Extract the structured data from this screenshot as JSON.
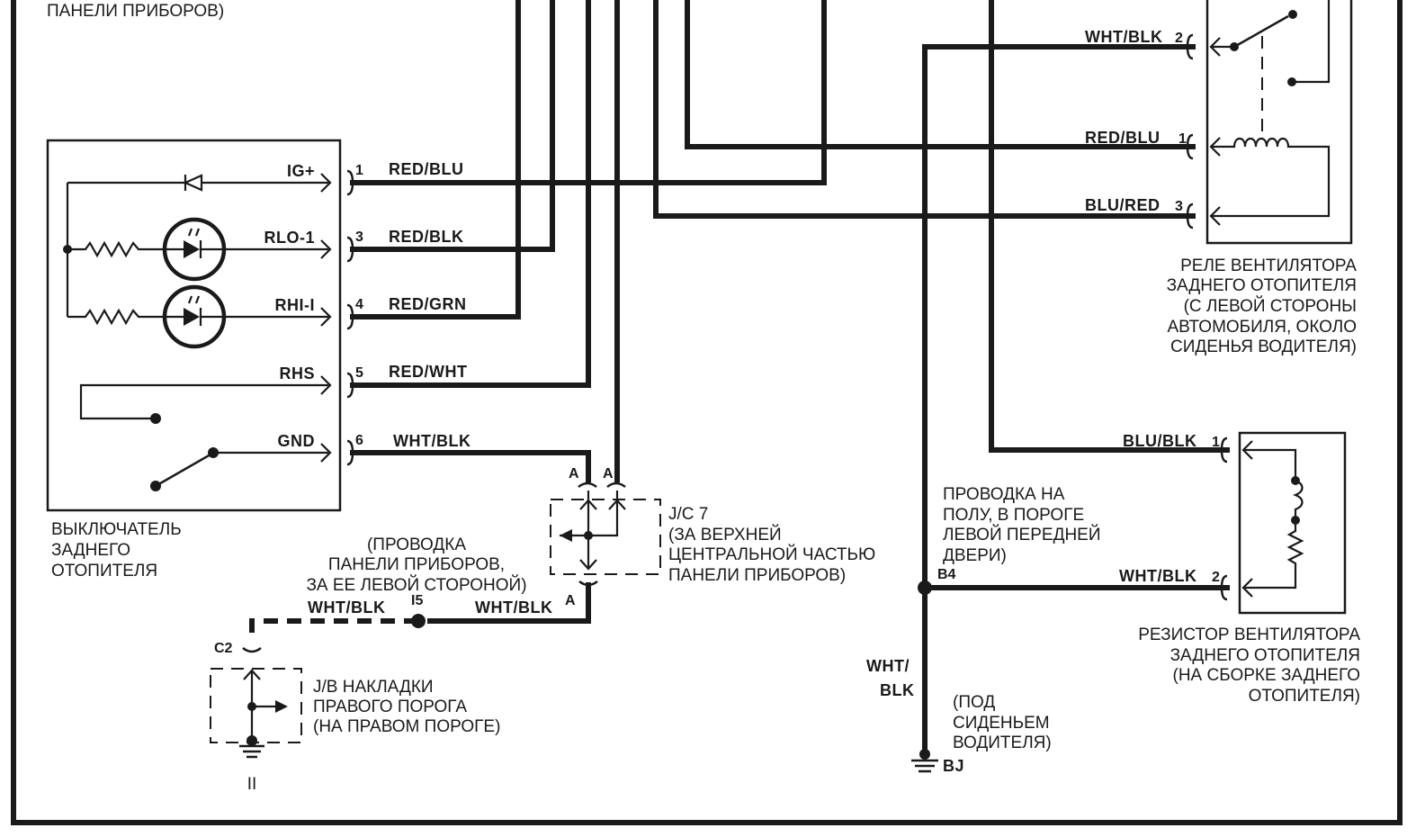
{
  "top_note": "ПАНЕЛИ ПРИБОРОВ)",
  "switch": {
    "caption": [
      "ВЫКЛЮЧАТЕЛЬ",
      "ЗАДНЕГО",
      "ОТОПИТЕЛЯ"
    ],
    "pins": [
      {
        "term": "IG+",
        "num": "1",
        "wire": "RED/BLU"
      },
      {
        "term": "RLO-1",
        "num": "3",
        "wire": "RED/BLK"
      },
      {
        "term": "RHI-I",
        "num": "4",
        "wire": "RED/GRN"
      },
      {
        "term": "RHS",
        "num": "5",
        "wire": "RED/WHT"
      },
      {
        "term": "GND",
        "num": "6",
        "wire": "WHT/BLK"
      }
    ]
  },
  "relay": {
    "caption": [
      "РЕЛЕ ВЕНТИЛЯТОРА",
      "ЗАДНЕГО ОТОПИТЕЛЯ",
      "(С ЛЕВОЙ СТОРОНЫ",
      "АВТОМОБИЛЯ, ОКОЛО",
      "СИДЕНЬЯ ВОДИТЕЛЯ)"
    ],
    "pins": [
      {
        "wire": "WHT/BLK",
        "num": "2"
      },
      {
        "wire": "RED/BLU",
        "num": "1"
      },
      {
        "wire": "BLU/RED",
        "num": "3"
      }
    ]
  },
  "resistor": {
    "caption": [
      "РЕЗИСТОР ВЕНТИЛЯТОРА",
      "ЗАДНЕГО ОТОПИТЕЛЯ",
      "(НА СБОРКЕ ЗАДНЕГО",
      "ОТОПИТЕЛЯ)"
    ],
    "pins": [
      {
        "wire": "BLU/BLK",
        "num": "1"
      },
      {
        "wire": "WHT/BLK",
        "num": "2"
      }
    ]
  },
  "jc7": {
    "label": [
      "J/C 7",
      "(ЗА ВЕРХНЕЙ",
      "ЦЕНТРАЛЬНОЙ ЧАСТЬЮ",
      "ПАНЕЛИ ПРИБОРОВ)"
    ],
    "pin_a1": "A",
    "pin_a2": "A",
    "pin_a3": "A"
  },
  "panel_wiring": {
    "note": [
      "(ПРОВОДКА",
      "ПАНЕЛИ ПРИБОРОВ,",
      "ЗА ЕЕ ЛЕВОЙ СТОРОНОЙ)"
    ],
    "wire_left": "WHT/BLK",
    "splice": "I5",
    "wire_right": "WHT/BLK"
  },
  "jb": {
    "connector": "C2",
    "label": [
      "J/B НАКЛАДКИ",
      "ПРАВОГО ПОРОГА",
      "(НА ПРАВОМ ПОРОГЕ)"
    ],
    "ground": "II"
  },
  "floor": {
    "note": [
      "ПРОВОДКА НА",
      "ПОЛУ, В ПОРОГЕ",
      "ЛЕВОЙ ПЕРЕДНЕЙ",
      "ДВЕРИ)"
    ],
    "splice": "B4",
    "wire_top": "WHT/",
    "wire_bottom": "BLK",
    "ground_note": [
      "(ПОД",
      "СИДЕНЬЕМ",
      "ВОДИТЕЛЯ)"
    ],
    "ground": "BJ"
  }
}
